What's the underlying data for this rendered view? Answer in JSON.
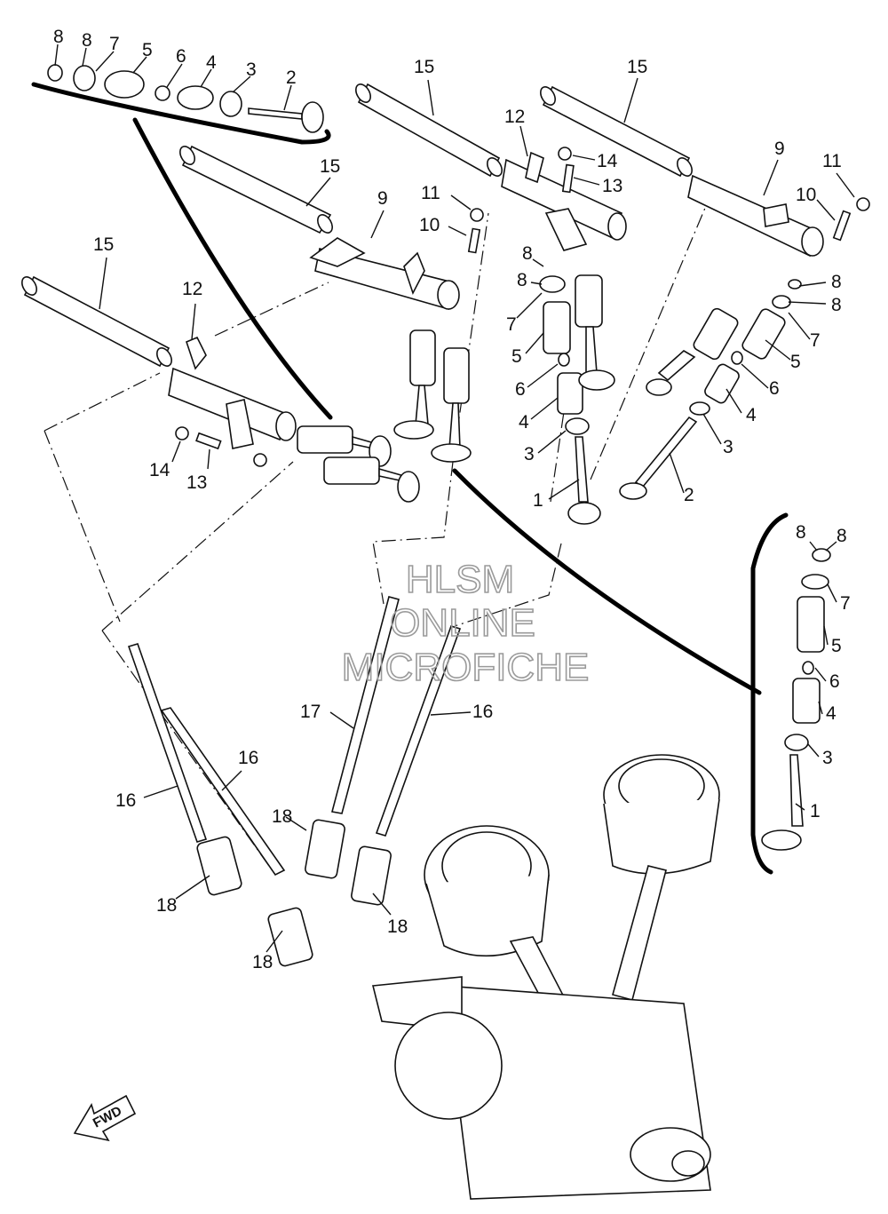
{
  "watermark": {
    "line1": "HLSM",
    "line2": "ONLINE",
    "line3": "MICROFICHE"
  },
  "fwd_label": "FWD",
  "callouts": {
    "c1": "8",
    "c2": "8",
    "c3": "7",
    "c4": "5",
    "c5": "6",
    "c6": "4",
    "c7": "3",
    "c8": "2",
    "c9": "15",
    "c10": "15",
    "c11": "15",
    "c12": "15",
    "c13": "12",
    "c14": "14",
    "c15": "13",
    "c16": "12",
    "c17": "9",
    "c18": "11",
    "c19": "10",
    "c20": "9",
    "c21": "11",
    "c22": "10",
    "c23": "14",
    "c24": "13",
    "c25": "8",
    "c26": "8",
    "c27": "7",
    "c28": "5",
    "c29": "6",
    "c30": "4",
    "c31": "3",
    "c32": "1",
    "c33": "8",
    "c34": "8",
    "c35": "7",
    "c36": "5",
    "c37": "6",
    "c38": "4",
    "c39": "3",
    "c40": "2",
    "c41": "8",
    "c42": "8",
    "c43": "7",
    "c44": "5",
    "c45": "6",
    "c46": "4",
    "c47": "3",
    "c48": "1",
    "c49": "17",
    "c50": "16",
    "c51": "16",
    "c52": "16",
    "c53": "18",
    "c54": "18",
    "c55": "18",
    "c56": "18"
  }
}
